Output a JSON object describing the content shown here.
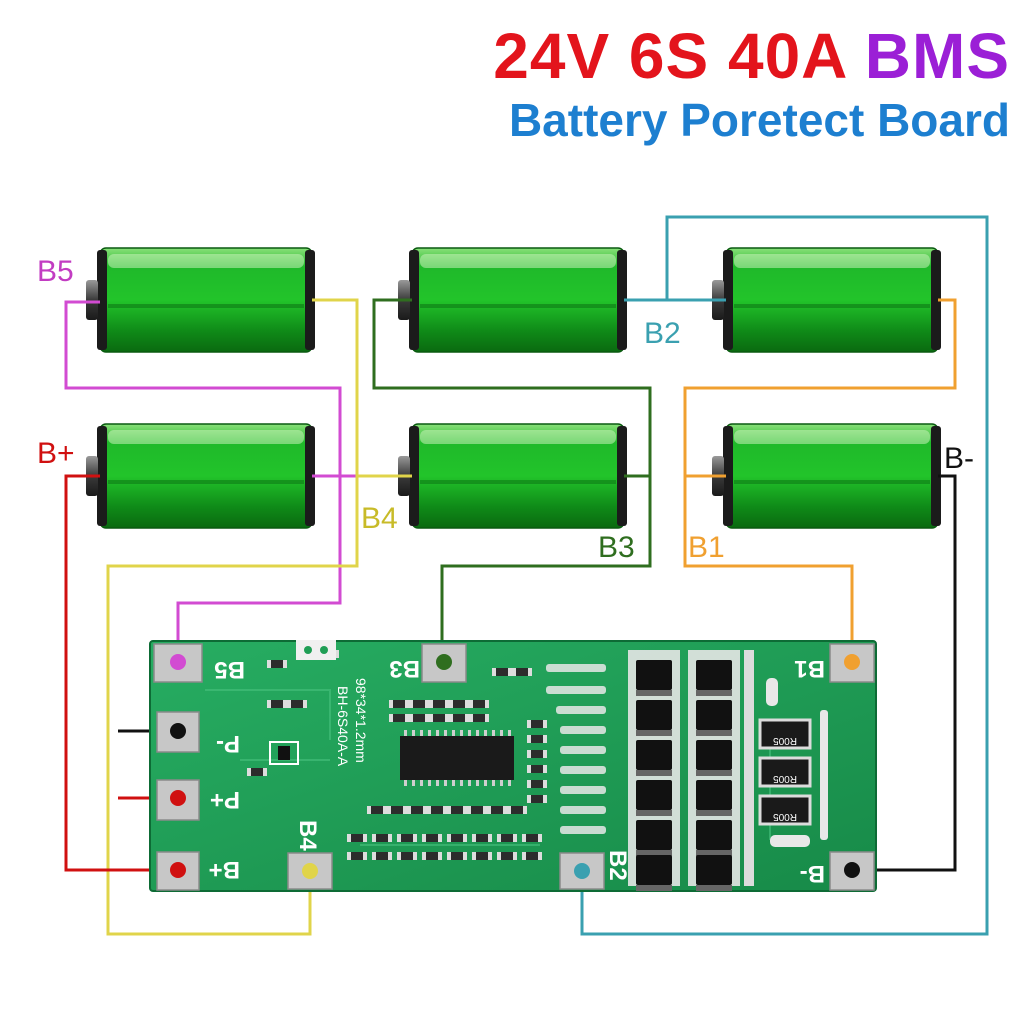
{
  "title": {
    "voltage": "24V",
    "cells": "6S",
    "current": "40A",
    "kind": "BMS",
    "subtitle": "Battery Poretect Board"
  },
  "colors": {
    "title_red": "#e3141c",
    "title_purple": "#9b1fd6",
    "subtitle_blue": "#1d7fd0",
    "wire_b5": "#d24bd2",
    "wire_b4": "#e0d44a",
    "wire_b3": "#2f6e1f",
    "wire_b2": "#3aa0b0",
    "wire_b1": "#f0a030",
    "wire_bplus": "#d01010",
    "wire_bminus": "#111111",
    "pcb": "#1f9e55",
    "battery": "#22c42a"
  },
  "wire_labels": {
    "b5": "B5",
    "bplus": "B+",
    "b4": "B4",
    "b3": "B3",
    "b2": "B2",
    "b1": "B1",
    "bminus": "B-"
  },
  "board": {
    "pad_b5": "B5",
    "pad_pminus": "P-",
    "pad_pplus": "P+",
    "pad_bplus": "B+",
    "pad_b4": "B4",
    "pad_b3": "B3",
    "pad_b2": "B2",
    "pad_b1": "B1",
    "pad_bminus": "B-",
    "model": "BH-6S40A-A",
    "size": "98*34*1.2mm",
    "resistor": "R005"
  }
}
